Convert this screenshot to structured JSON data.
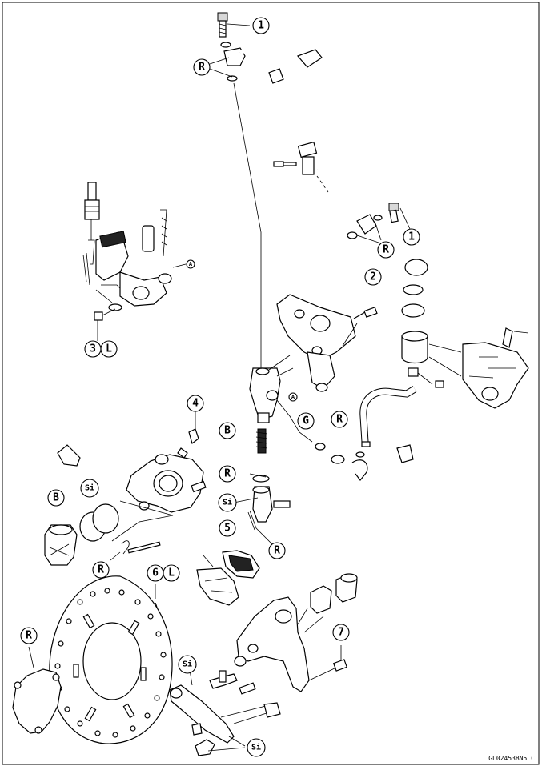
{
  "callouts": {
    "c1a": "1",
    "c1b": "1",
    "c2": "2",
    "c3": "3",
    "c4": "4",
    "c5": "5",
    "c6": "6",
    "c7": "7",
    "cL1": "L",
    "cL2": "L",
    "cR1": "R",
    "cR2": "R",
    "cR3": "R",
    "cR4": "R",
    "cR5": "R",
    "cR6": "R",
    "cR7": "R",
    "cB1": "B",
    "cB2": "B",
    "cSi1": "Si",
    "cSi2": "Si",
    "cSi3": "Si",
    "cSi4": "Si",
    "cG": "G",
    "cA1": "A",
    "cA2": "A"
  },
  "figure_code": "GL02453BN5 C"
}
